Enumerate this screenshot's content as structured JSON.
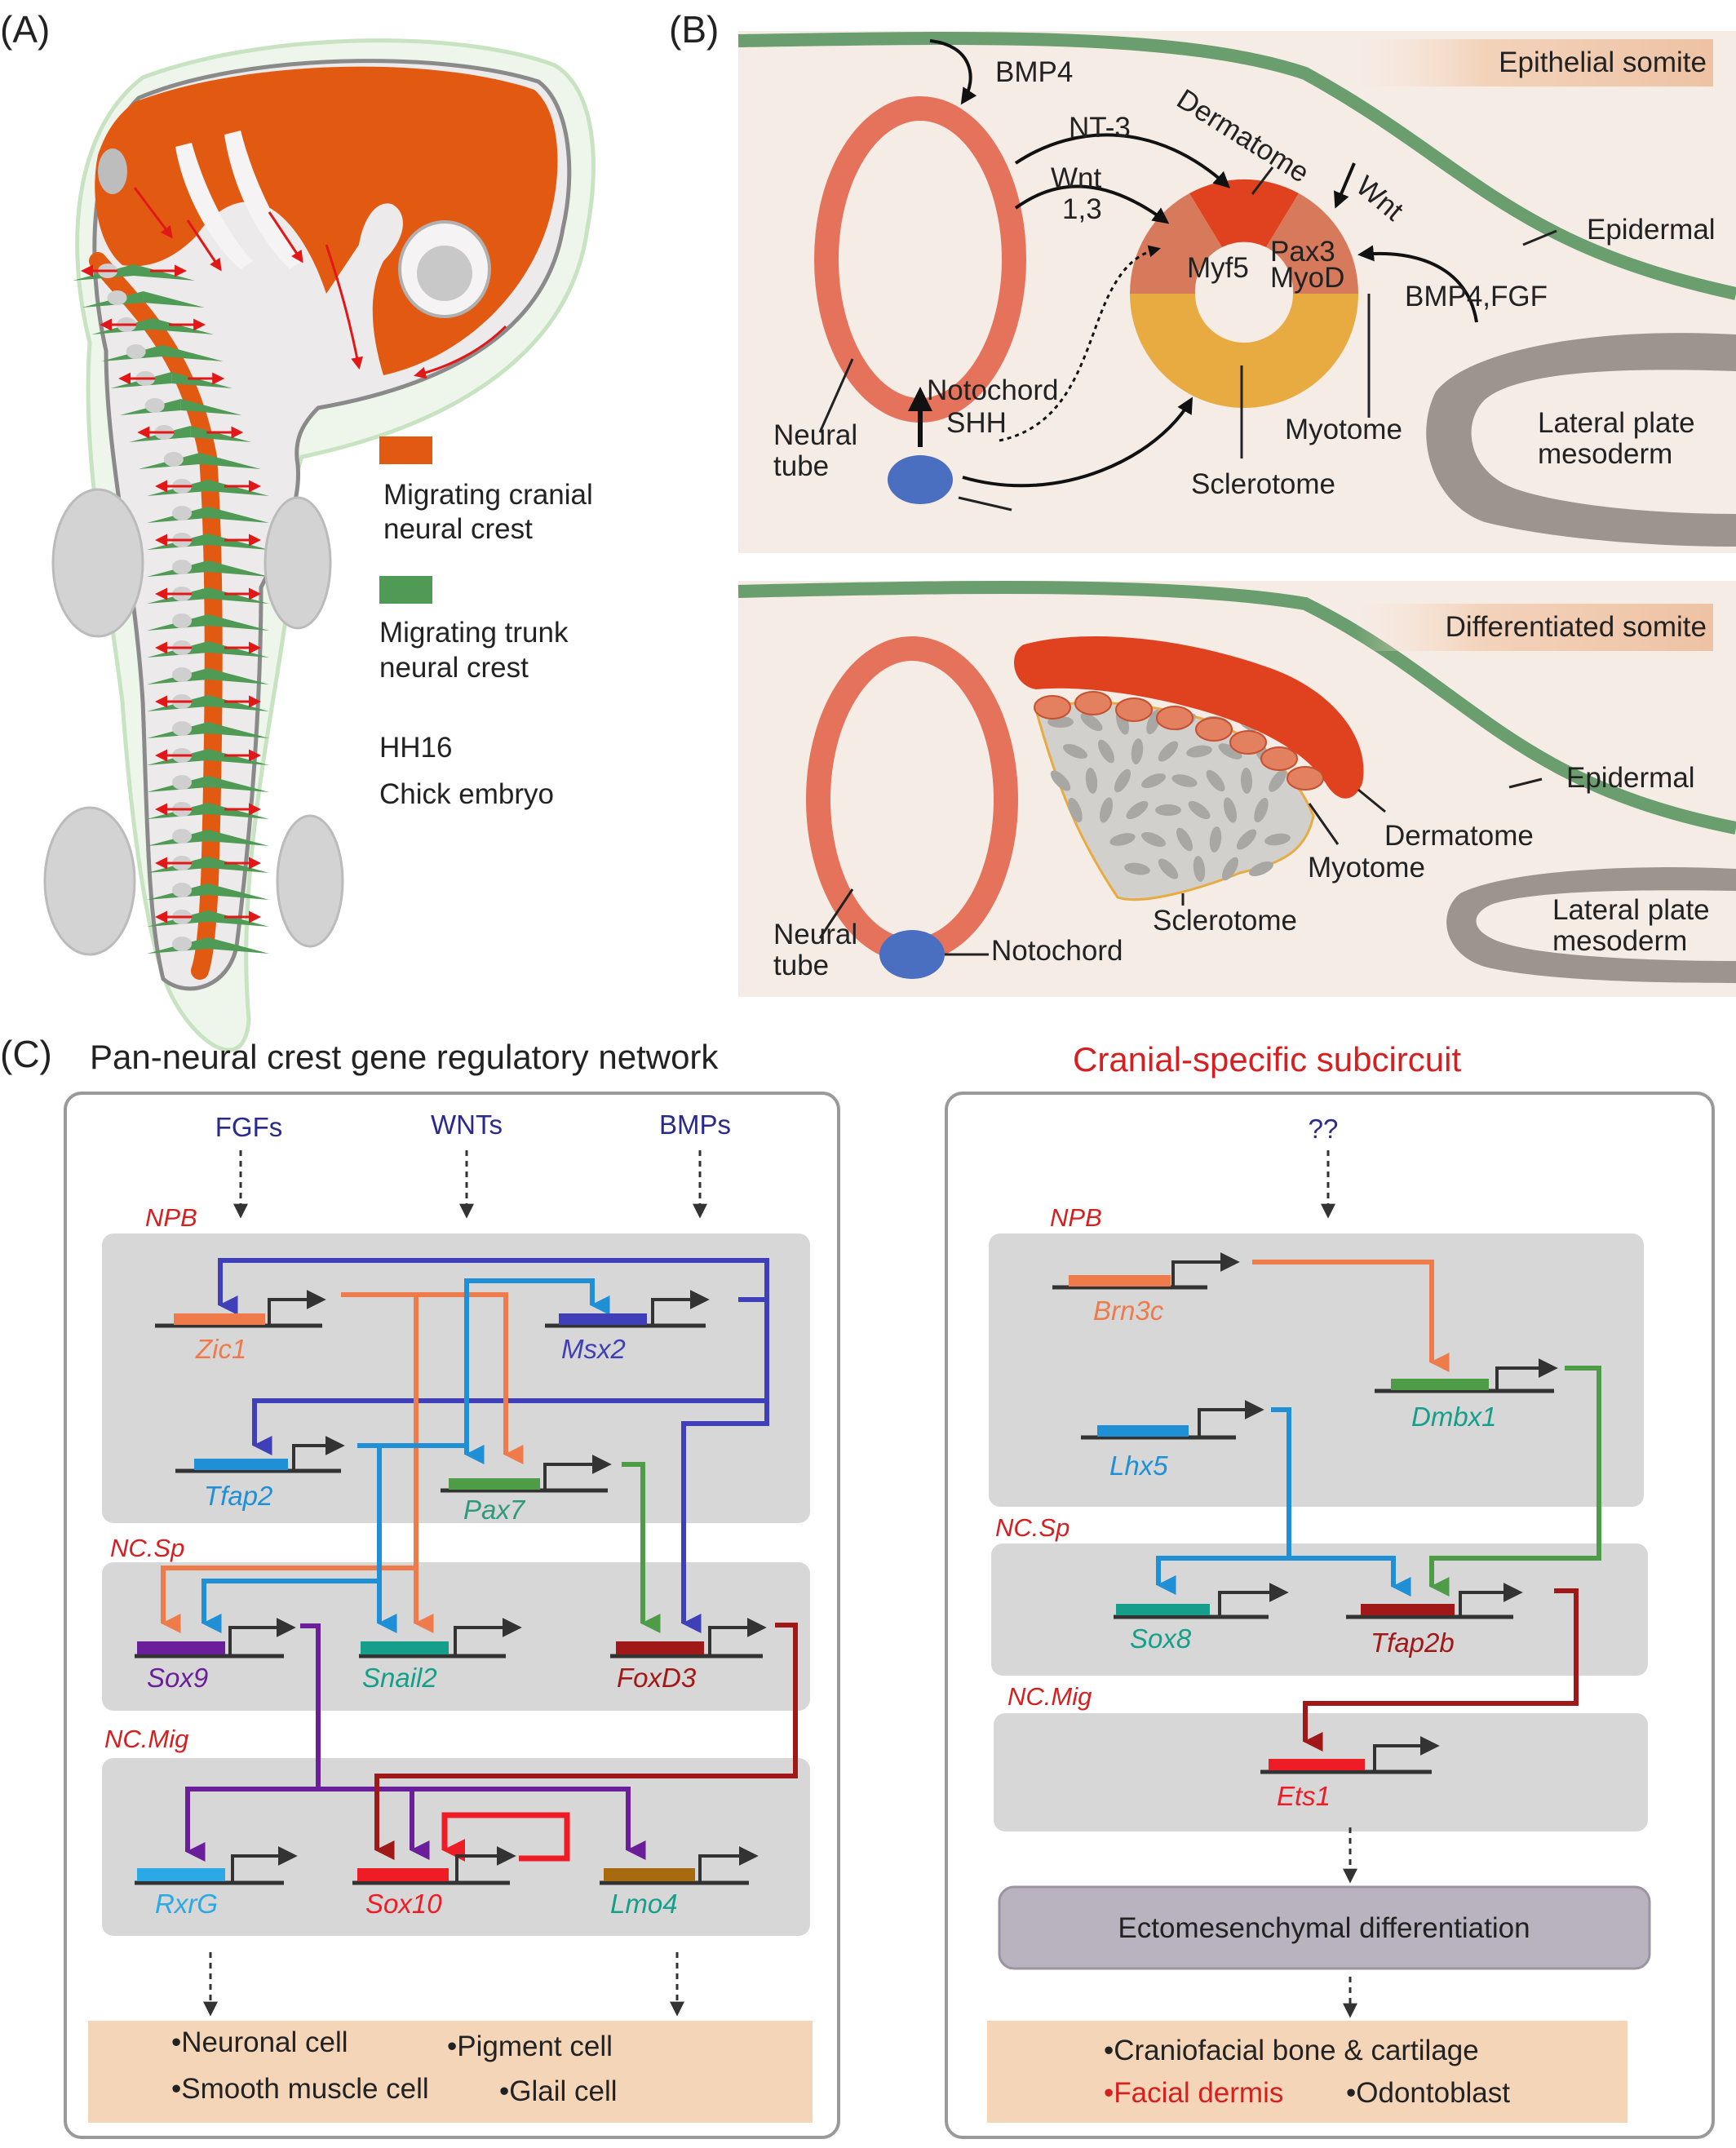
{
  "panels": {
    "a": "(A)",
    "b": "(B)",
    "c": "(C)"
  },
  "panel_a": {
    "legend": [
      {
        "label_line1": "Migrating cranial",
        "label_line2": "neural crest",
        "color": "#e25a12"
      },
      {
        "label_line1": "Migrating trunk",
        "label_line2": "neural crest",
        "color": "#4f9a55"
      }
    ],
    "stage": "HH16",
    "organism": "Chick embryo"
  },
  "panel_b_top": {
    "header": "Epithelial somite",
    "labels": {
      "bmp4": "BMP4",
      "nt3": "NT-3",
      "wnt13_line1": "Wnt",
      "wnt13_line2": "1,3",
      "dermatome": "Dermatome",
      "wnt": "Wnt",
      "myf5": "Myf5",
      "pax3": "Pax3",
      "myod": "MyoD",
      "bmp4fgf": "BMP4,FGF",
      "epidermal": "Epidermal",
      "notochord": "Notochord",
      "shh": "SHH",
      "neural_line1": "Neural",
      "neural_line2": "tube",
      "myotome": "Myotome",
      "sclerotome": "Sclerotome",
      "lateral_line1": "Lateral plate",
      "lateral_line2": "mesoderm"
    }
  },
  "panel_b_bottom": {
    "header": "Differentiated somite",
    "labels": {
      "epidermal": "Epidermal",
      "dermatome": "Dermatome",
      "myotome": "Myotome",
      "sclerotome": "Sclerotome",
      "lateral_line1": "Lateral plate",
      "lateral_line2": "mesoderm",
      "neural_line1": "Neural",
      "neural_line2": "tube",
      "notochord": "Notochord"
    }
  },
  "panel_c_left": {
    "title": "Pan-neural crest gene regulatory network",
    "signals": [
      "FGFs",
      "WNTs",
      "BMPs"
    ],
    "regions": [
      "NPB",
      "NC.Sp",
      "NC.Mig"
    ],
    "genes": {
      "zic1": "Zic1",
      "msx2": "Msx2",
      "tfap2": "Tfap2",
      "pax7": "Pax7",
      "sox9": "Sox9",
      "snail2": "Snail2",
      "foxd3": "FoxD3",
      "rxrg": "RxrG",
      "sox10": "Sox10",
      "lmo4": "Lmo4"
    },
    "outputs": [
      "•Neuronal cell",
      "•Pigment cell",
      "•Smooth muscle cell",
      "•Glail cell"
    ]
  },
  "panel_c_right": {
    "title": "Cranial-specific subcircuit",
    "signal": "??",
    "regions": [
      "NPB",
      "NC.Sp",
      "NC.Mig"
    ],
    "genes": {
      "brn3c": "Brn3c",
      "dmbx1": "Dmbx1",
      "lhx5": "Lhx5",
      "sox8": "Sox8",
      "tfap2b": "Tfap2b",
      "ets1": "Ets1"
    },
    "differentiation": "Ectomesenchymal differentiation",
    "outputs": [
      "•Craniofacial bone & cartilage",
      "•Facial dermis",
      "•Odontoblast"
    ]
  },
  "colors": {
    "cranial_nc": "#e25a12",
    "trunk_nc": "#4f9a55",
    "neural_tube": "#e5725a",
    "dermatome": "#e0411f",
    "sclerotome": "#e8ab42",
    "notochord": "#4a6fc0",
    "epidermis": "#6a9e6e",
    "lateral_plate": "#9d958d",
    "region_label": "#d42020"
  }
}
